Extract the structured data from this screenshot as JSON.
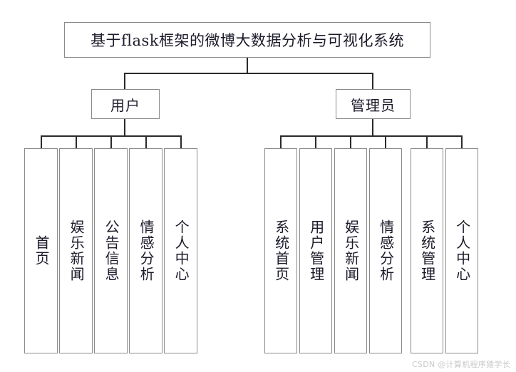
{
  "diagram": {
    "title_node": {
      "label": "基于flask框架的微博大数据分析与可视化系统"
    },
    "roles": [
      {
        "label": "用户"
      },
      {
        "label": "管理员"
      }
    ],
    "user_functions": [
      {
        "label": "首页"
      },
      {
        "label": "娱乐新闻"
      },
      {
        "label": "公告信息"
      },
      {
        "label": "情感分析"
      },
      {
        "label": "个人中心"
      }
    ],
    "admin_functions": [
      {
        "label": "系统首页"
      },
      {
        "label": "用户管理"
      },
      {
        "label": "娱乐新闻"
      },
      {
        "label": "情感分析"
      },
      {
        "label": "系统管理"
      },
      {
        "label": "个人中心"
      }
    ],
    "colors": {
      "background": "#ffffff",
      "box_border": "#8a8a8a",
      "connector": "#2a2a2a",
      "text": "#1b1b2b",
      "watermark": "#c9c9c9"
    }
  },
  "watermark": {
    "text": "CSDN @计算机程序猿学长"
  }
}
